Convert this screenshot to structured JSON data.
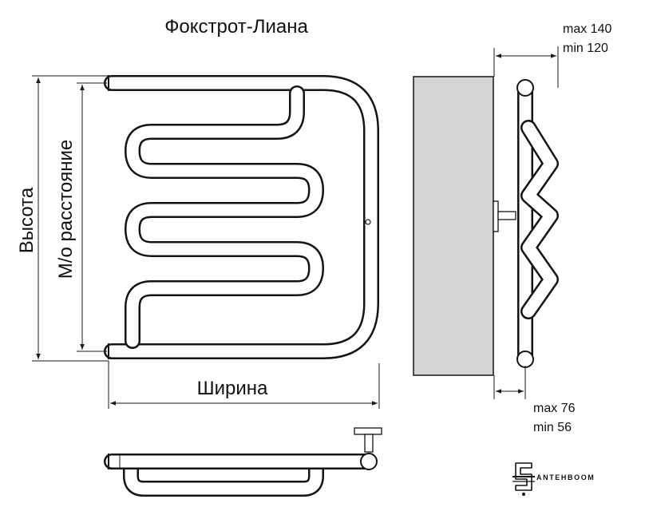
{
  "title": "Фокстрот-Лиана",
  "labels": {
    "height": "Высота",
    "center_distance": "М/о расстояние",
    "width": "Ширина"
  },
  "wall_offset": {
    "max": "max 140",
    "min": "min 120"
  },
  "depth": {
    "max": "max 76",
    "min": "min 56"
  },
  "brand": {
    "name": "SANTEHBOOM",
    "suffix": "ANTEHBOOM"
  },
  "colors": {
    "line": "#141414",
    "wall": "#d4d4d4",
    "background": "#ffffff"
  }
}
